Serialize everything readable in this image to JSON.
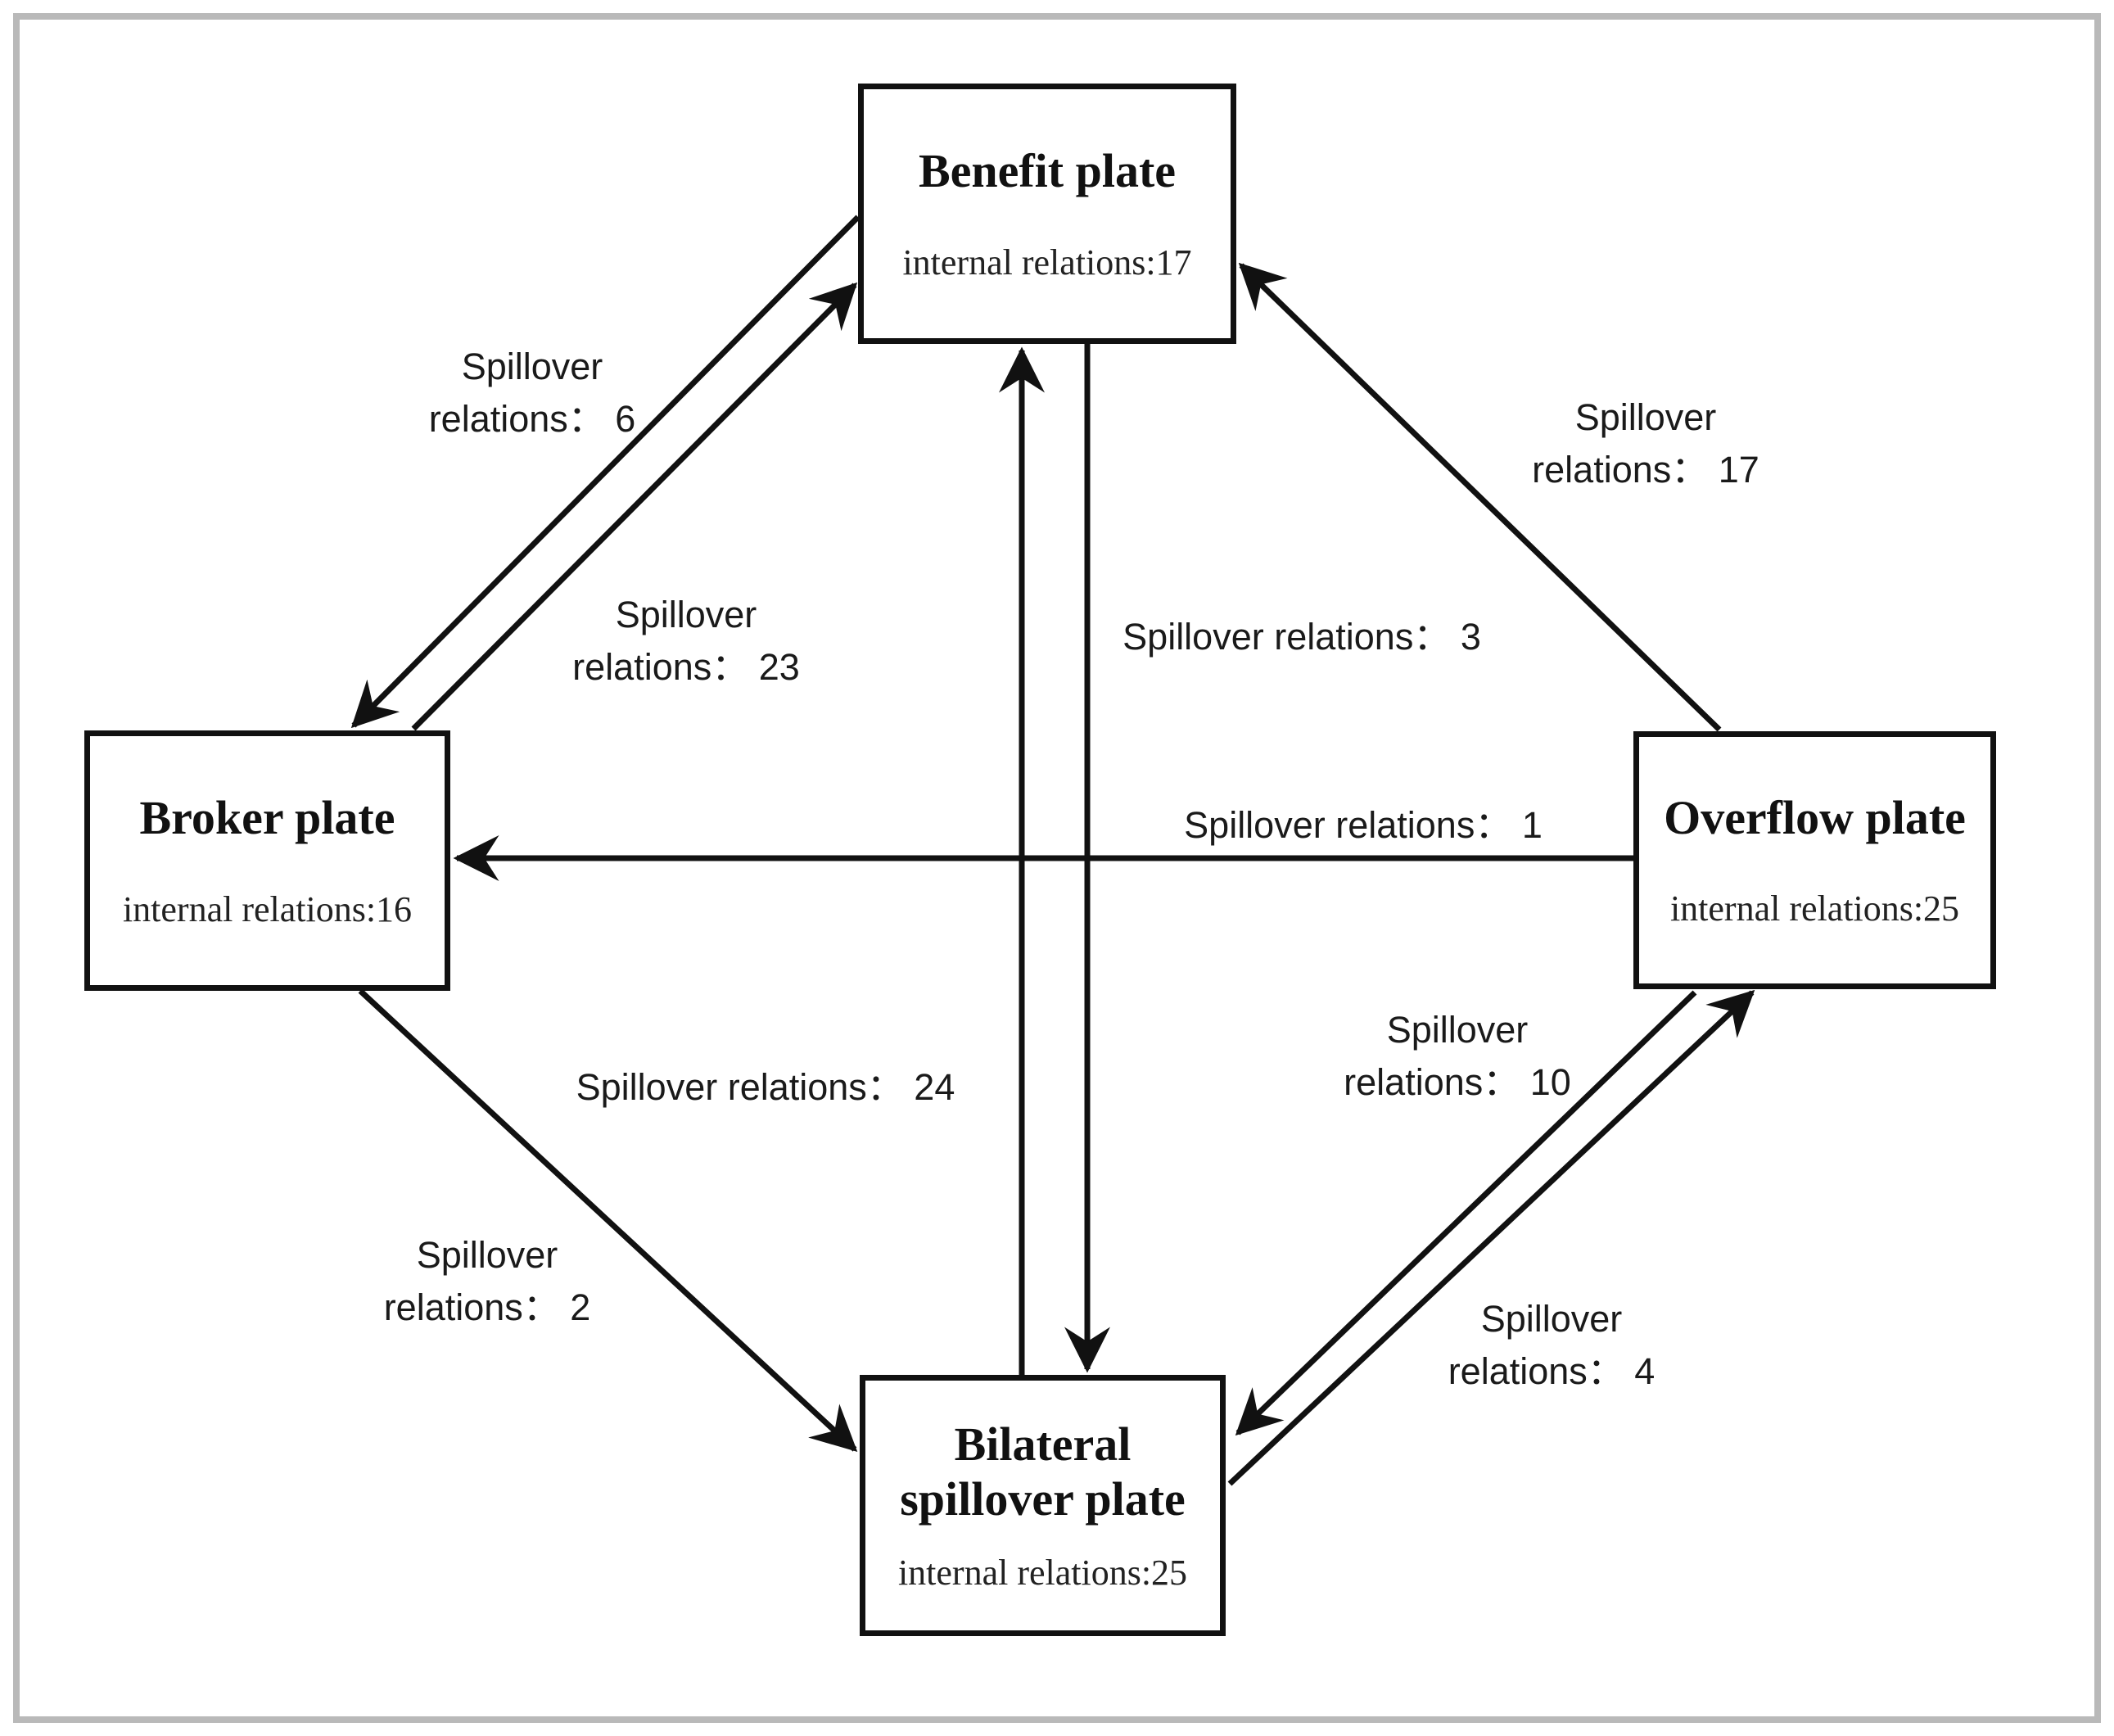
{
  "diagram": {
    "type": "directed-graph",
    "nodes": [
      {
        "id": "benefit",
        "title": "Benefit plate",
        "subtitle": "internal relations:17",
        "internal_relations": 17
      },
      {
        "id": "broker",
        "title": "Broker plate",
        "subtitle": "internal relations:16",
        "internal_relations": 16
      },
      {
        "id": "overflow",
        "title": "Overflow plate",
        "subtitle": "internal relations:25",
        "internal_relations": 25
      },
      {
        "id": "bilateral",
        "title": "Bilateral spillover plate",
        "subtitle": "internal relations:25",
        "internal_relations": 25
      }
    ],
    "edges": [
      {
        "from": "benefit",
        "to": "broker",
        "spillover_relations": 6,
        "label": "Spillover\nrelations：  6"
      },
      {
        "from": "broker",
        "to": "benefit",
        "spillover_relations": 23,
        "label": "Spillover\nrelations：  23"
      },
      {
        "from": "overflow",
        "to": "benefit",
        "spillover_relations": 17,
        "label": "Spillover\nrelations：  17"
      },
      {
        "from": "benefit",
        "to": "bilateral",
        "spillover_relations": 3,
        "label": "Spillover relations：  3"
      },
      {
        "from": "bilateral",
        "to": "benefit",
        "spillover_relations": 24,
        "label": "Spillover relations：  24"
      },
      {
        "from": "overflow",
        "to": "broker",
        "spillover_relations": 1,
        "label": "Spillover relations：  1"
      },
      {
        "from": "broker",
        "to": "bilateral",
        "spillover_relations": 2,
        "label": "Spillover\nrelations：  2"
      },
      {
        "from": "overflow",
        "to": "bilateral",
        "spillover_relations": 10,
        "label": "Spillover\nrelations：  10"
      },
      {
        "from": "bilateral",
        "to": "overflow",
        "spillover_relations": 4,
        "label": "Spillover\nrelations：  4"
      }
    ]
  },
  "colors": {
    "background": "#ffffff",
    "line": "#111111",
    "text": "#1a1a1a",
    "frame": "#b9b9b9"
  }
}
